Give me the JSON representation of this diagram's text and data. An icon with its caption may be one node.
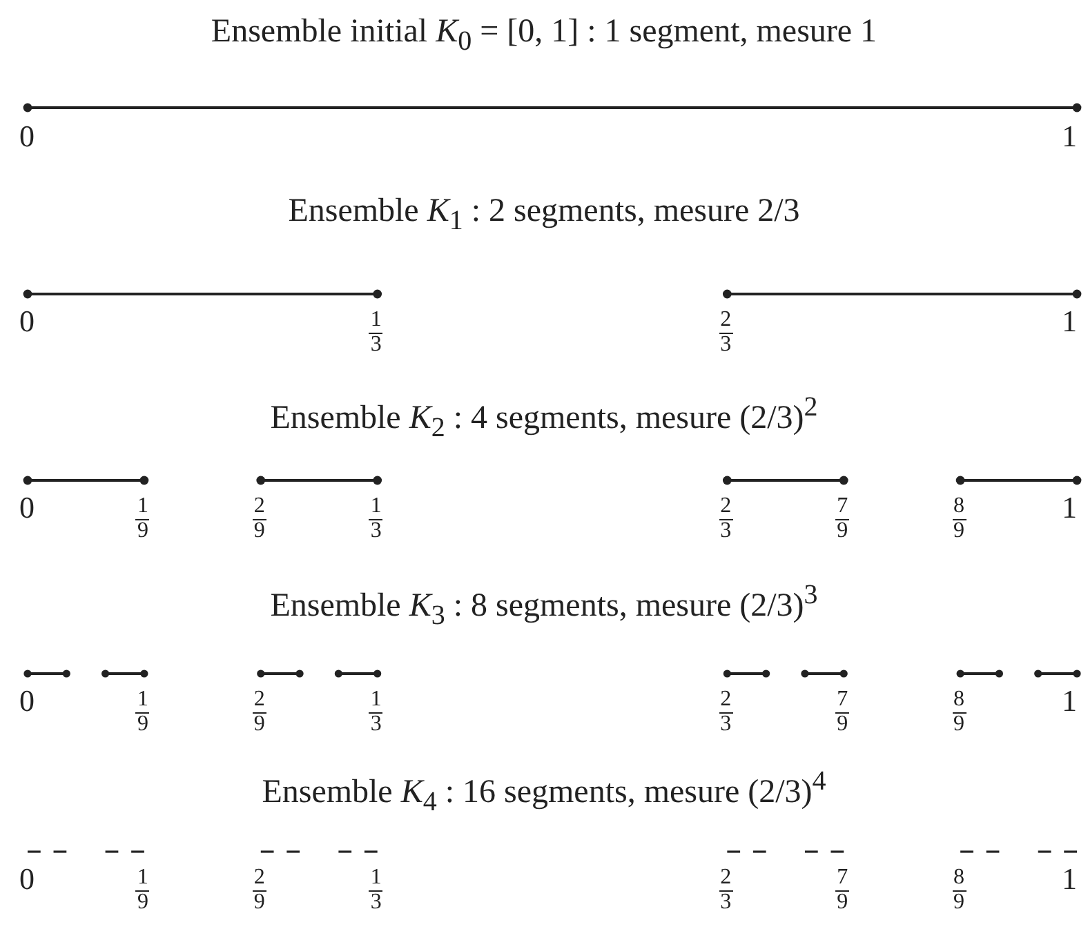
{
  "diagram": {
    "labels": [
      "Ensemble initial *K*$_{0}$ = [0, 1] : 1 segment, mesure 1",
      "0",
      "1",
      "Ensemble *K*$_{1}$ : 2 segments, mesure 2/3",
      "0",
      "1/3",
      "2/3",
      "1",
      "Ensemble *K*$_{2}$ : 4 segments, mesure (2/3)$^{2}$",
      "0",
      "1/9",
      "2/9",
      "1/3",
      "2/3",
      "7/9",
      "8/9",
      "1",
      "Ensemble *K*$_{3}$ : 8 segments, mesure (2/3)$^{3}$",
      "0",
      "1/9",
      "2/9",
      "1/3",
      "2/3",
      "7/9",
      "8/9",
      "1",
      "Ensemble *K*$_{4}$ : 16 segments, mesure (2/3)$^{4}$",
      "0",
      "1/9",
      "2/9",
      "1/3",
      "2/3",
      "7/9",
      "8/9",
      "1"
    ]
  }
}
